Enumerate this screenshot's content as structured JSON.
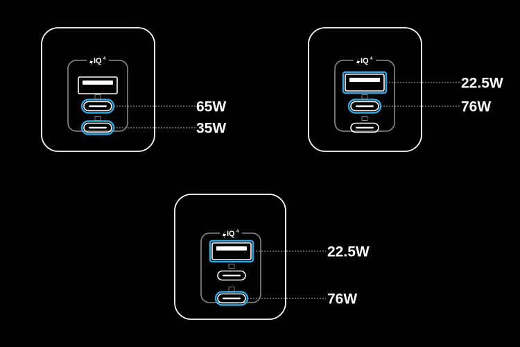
{
  "brand": {
    "logo_text": "IQ",
    "logo_superscript": "4"
  },
  "colors": {
    "background": "#000000",
    "outline": "#ffffff",
    "panel": "#8a8a8a",
    "highlight": "#35a4dc",
    "leader": "#bdbdbd"
  },
  "configurations": [
    {
      "id": "top-left",
      "ports": [
        {
          "type": "usb-a",
          "active": false
        },
        {
          "type": "usb-c",
          "active": true,
          "label": "65W"
        },
        {
          "type": "usb-c",
          "active": true,
          "label": "35W"
        }
      ]
    },
    {
      "id": "top-right",
      "ports": [
        {
          "type": "usb-a",
          "active": true,
          "label": "22.5W"
        },
        {
          "type": "usb-c",
          "active": true,
          "label": "76W"
        },
        {
          "type": "usb-c",
          "active": false
        }
      ]
    },
    {
      "id": "bottom",
      "ports": [
        {
          "type": "usb-a",
          "active": true,
          "label": "22.5W"
        },
        {
          "type": "usb-c",
          "active": false
        },
        {
          "type": "usb-c",
          "active": true,
          "label": "76W"
        }
      ]
    }
  ]
}
